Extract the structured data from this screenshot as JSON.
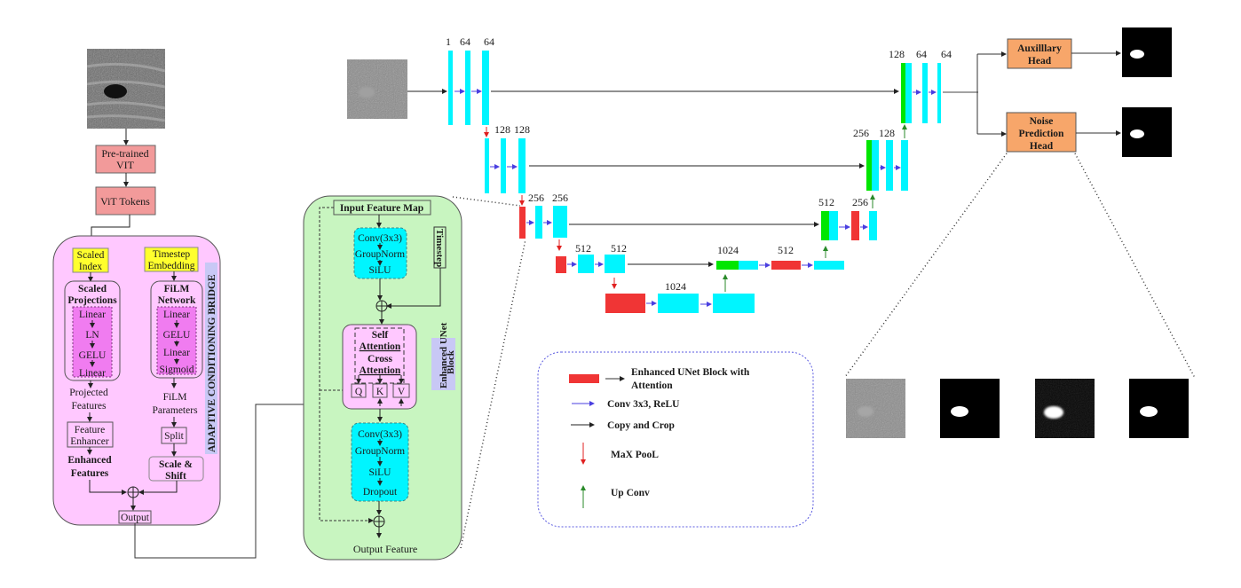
{
  "colors": {
    "unet_block": "#00f5ff",
    "skip_concat": "#00e600",
    "attention_block": "#f03535",
    "conv_arrow": "#4a3fe0",
    "pool_arrow": "#e02020",
    "upconv_arrow": "#2a8a2a",
    "vit_box": "#f29a9a",
    "head_box": "#f7a66a",
    "yellow_box": "#ffff2e",
    "bridge_bg": "#ffc8ff",
    "inner_magenta": "#f07cf0",
    "enhanced_block_bg": "#c8f5c0",
    "vertical_label_bg": "#c8c8f5"
  },
  "vit_branch": {
    "pretrained": [
      "Pre-trained",
      "VIT"
    ],
    "tokens": "ViT Tokens"
  },
  "bridge": {
    "title": "ADAPTIVE CONDITIONING BRIDGE",
    "scaled_index": [
      "Scaled",
      "Index"
    ],
    "timestep_embedding": [
      "Timestep",
      "Embedding"
    ],
    "scaled_projections": {
      "title": [
        "Scaled",
        "Projections"
      ],
      "layers": [
        "Linear",
        "LN",
        "GELU",
        "Linear"
      ]
    },
    "film_network": {
      "title": [
        "FiLM",
        "Network"
      ],
      "layers": [
        "Linear",
        "GELU",
        "Linear",
        "Sigmoid"
      ]
    },
    "projected_features": [
      "Projected",
      "Features"
    ],
    "feature_enhancer": [
      "Feature",
      "Enhancer"
    ],
    "enhanced_features": [
      "Enhanced",
      "Features"
    ],
    "film_parameters": [
      "FiLM",
      "Parameters"
    ],
    "split": "Split",
    "scale_shift": [
      "Scale &",
      "Shift"
    ],
    "output": "Output"
  },
  "enhanced_block": {
    "title": [
      "Enhanced UNet",
      "Block"
    ],
    "input": "Input Feature Map",
    "timestep": "Timestep",
    "conv1": [
      "Conv(3x3)",
      "GroupNorm",
      "SiLU"
    ],
    "attention": [
      "Self",
      "Attention",
      "Cross",
      "Attention"
    ],
    "qkv": [
      "Q",
      "K",
      "V"
    ],
    "conv2": [
      "Conv(3x3)",
      "GroupNorm",
      "SiLU",
      "Dropout"
    ],
    "output": "Output Feature"
  },
  "unet": {
    "level1_enc": [
      "1",
      "64",
      "64"
    ],
    "level2_enc": [
      "128",
      "128"
    ],
    "level3_enc": [
      "256",
      "256"
    ],
    "level4_enc": [
      "512",
      "512"
    ],
    "bottleneck": "1024",
    "level4_dec": [
      "1024",
      "512"
    ],
    "level3_dec": [
      "512",
      "256"
    ],
    "level2_dec": [
      "256",
      "128"
    ],
    "level1_dec": [
      "128",
      "64",
      "64"
    ]
  },
  "heads": {
    "auxiliary": [
      "Auxilllary",
      "Head"
    ],
    "noise": [
      "Noise",
      "Prediction",
      "Head"
    ]
  },
  "legend": [
    {
      "icon": "red-block-with-arrow",
      "label": [
        "Enhanced UNet Block with",
        "Attention"
      ]
    },
    {
      "icon": "blue-arrow",
      "label": [
        "Conv 3x3, ReLU"
      ]
    },
    {
      "icon": "black-arrow",
      "label": [
        "Copy and Crop"
      ]
    },
    {
      "icon": "red-down-arrow",
      "label": [
        "MaX PooL"
      ]
    },
    {
      "icon": "green-up-arrow",
      "label": [
        "Up Conv"
      ]
    }
  ]
}
